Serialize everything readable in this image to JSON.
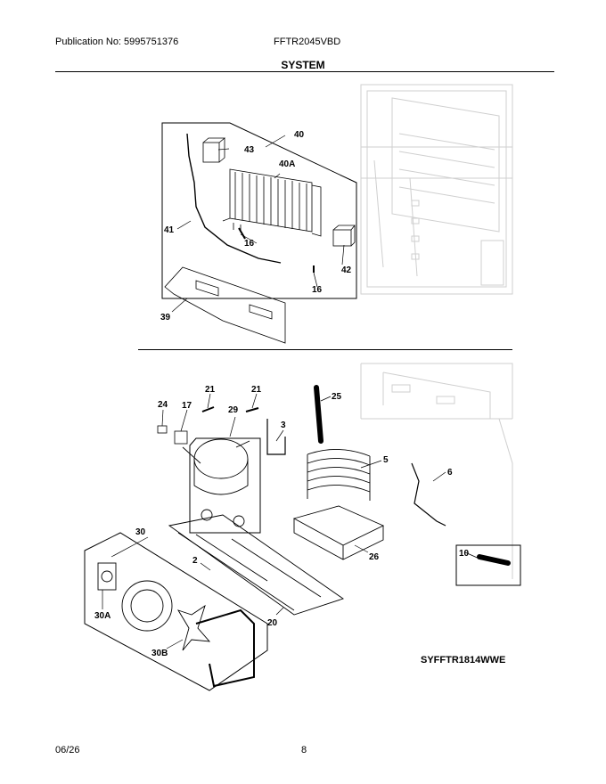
{
  "header": {
    "publication": "Publication No: 5995751376",
    "model": "FFTR2045VBD"
  },
  "section_title": "SYSTEM",
  "callouts": {
    "c40": "40",
    "c43": "43",
    "c40a": "40A",
    "c41": "41",
    "c16a": "16",
    "c42": "42",
    "c16b": "16",
    "c39": "39",
    "c24": "24",
    "c17": "17",
    "c21a": "21",
    "c29": "29",
    "c21b": "21",
    "c3": "3",
    "c25": "25",
    "c5": "5",
    "c6": "6",
    "c30": "30",
    "c2": "2",
    "c26": "26",
    "c10": "10",
    "c30a": "30A",
    "c20": "20",
    "c30b": "30B"
  },
  "diagram_code": "SYFFTR1814WWE",
  "footer": {
    "date": "06/26",
    "page": "8"
  }
}
